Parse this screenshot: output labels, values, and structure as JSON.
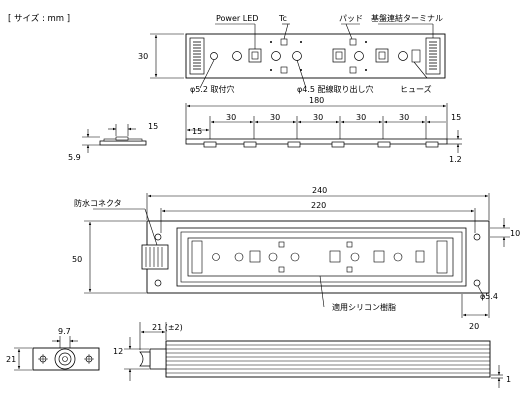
{
  "units_label": "[ サイズ : mm ]",
  "top_view": {
    "callout_power_led": "Power LED",
    "callout_tc": "Tc",
    "callout_pad": "パッド",
    "callout_terminal": "基盤連結ターミナル",
    "dim_height": "30",
    "hole_mount": "φ5.2 取付穴",
    "hole_wire": "φ4.5 配線取り出し穴",
    "callout_fuse": "ヒューズ"
  },
  "side_view": {
    "dim_total": "180",
    "dim_pitches": [
      "30",
      "30",
      "30",
      "30",
      "30"
    ],
    "dim_start": "15",
    "dim_end": "15",
    "dim_thickness": "1.2"
  },
  "small_left": {
    "dim_width": "15",
    "dim_height": "5.9"
  },
  "housing_view": {
    "dim_total": "240",
    "dim_inner": "220",
    "callout_connector": "防水コネクタ",
    "dim_height": "50",
    "dim_right_10": "10",
    "dim_hole": "φ5.4",
    "dim_right_20": "20",
    "callout_resin": "適用シリコン樹脂"
  },
  "end_view": {
    "dim_width": "9.7",
    "dim_height": "21"
  },
  "bottom_side": {
    "dim_cable": "21 (±2)",
    "dim_height": "12",
    "dim_flange": "1"
  }
}
